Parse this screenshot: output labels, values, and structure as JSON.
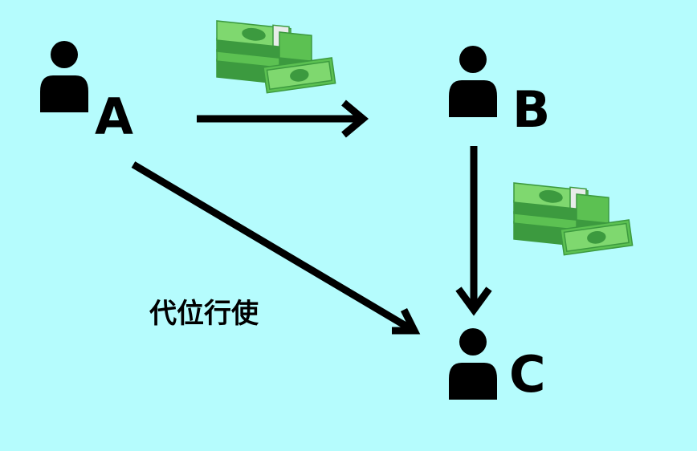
{
  "colors": {
    "background": "#b5fcfd",
    "ink": "#000000",
    "money_dark": "#3c9a3f",
    "money_mid": "#5cc152",
    "money_light": "#7fd86f",
    "band": "#e8ecea"
  },
  "nodes": [
    {
      "id": "a",
      "label": "A",
      "icon": "person-icon"
    },
    {
      "id": "b",
      "label": "B",
      "icon": "person-icon"
    },
    {
      "id": "c",
      "label": "C",
      "icon": "person-icon"
    }
  ],
  "edges": [
    {
      "from": "a",
      "to": "b"
    },
    {
      "from": "b",
      "to": "c"
    },
    {
      "from": "a",
      "to": "c",
      "label": "代位行使"
    }
  ],
  "decorations": [
    {
      "icon": "money-stack-icon",
      "near_edge": "a-b"
    },
    {
      "icon": "money-stack-icon",
      "near_edge": "b-c"
    }
  ]
}
